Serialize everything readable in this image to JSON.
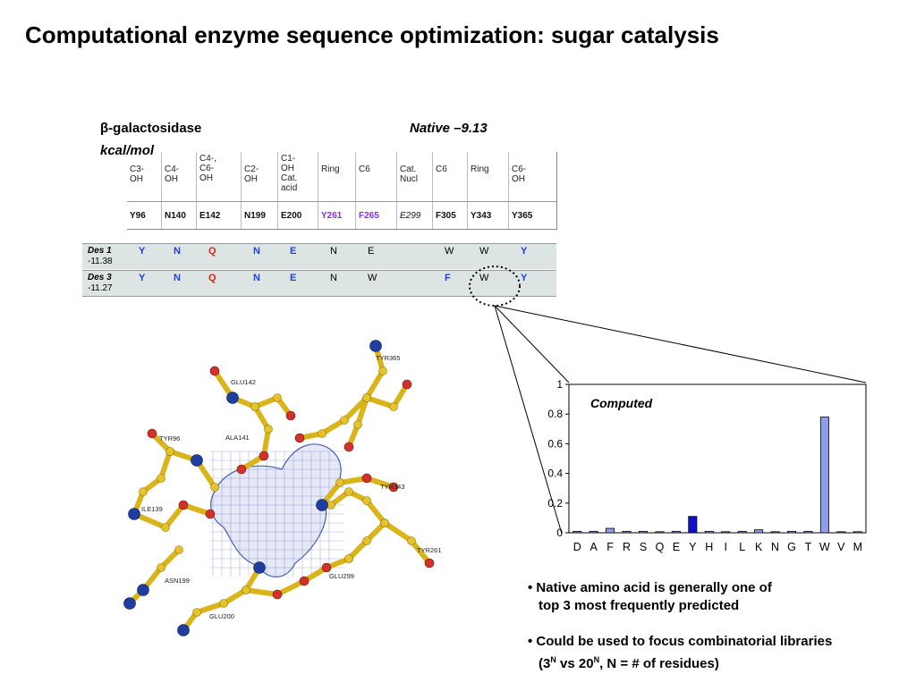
{
  "title": "Computational enzyme sequence optimization: sugar catalysis",
  "enzyme": {
    "greek": "β",
    "name": "-galactosidase",
    "unit": "kcal/mol"
  },
  "native": {
    "label": "Native –9.13"
  },
  "table": {
    "positions": [
      {
        "header": [
          "C3-",
          "OH"
        ],
        "native": "Y96",
        "des1": "Y",
        "des3": "Y"
      },
      {
        "header": [
          "C4-",
          "OH"
        ],
        "native": "N140",
        "des1": "N",
        "des3": "N"
      },
      {
        "header": [
          "C4-,",
          "C6-",
          "OH"
        ],
        "native": "E142",
        "des1": "Q",
        "des3": "Q"
      },
      {
        "header": [
          "C2-",
          "OH"
        ],
        "native": "N199",
        "des1": "N",
        "des3": "N"
      },
      {
        "header": [
          "C1-",
          "OH",
          "Cat.",
          "acid"
        ],
        "native": "E200",
        "des1": "E",
        "des3": "E"
      },
      {
        "header": [
          "Ring"
        ],
        "native": "Y261",
        "des1": "N",
        "des3": "N"
      },
      {
        "header": [
          "C6"
        ],
        "native": "F265",
        "des1": "E",
        "des3": "W"
      },
      {
        "header": [
          "Cat.",
          "Nucl"
        ],
        "native": "E299",
        "des1": "",
        "des3": ""
      },
      {
        "header": [
          "C6"
        ],
        "native": "F305",
        "des1": "W",
        "des3": "F"
      },
      {
        "header": [
          "Ring"
        ],
        "native": "Y343",
        "des1": "W",
        "des3": "W"
      },
      {
        "header": [
          "C6-",
          "OH"
        ],
        "native": "Y365",
        "des1": "Y",
        "des3": "Y"
      }
    ],
    "rows": [
      {
        "name": "Des 1",
        "energy": "-11.38"
      },
      {
        "name": "Des 3",
        "energy": "-11.27"
      }
    ],
    "colors": {
      "blue": "#1f3fd6",
      "red": "#e02020",
      "purple": "#8a2be2",
      "row_bg": "#dde4e4"
    }
  },
  "structure": {
    "residue_labels": [
      "TYR365",
      "GLU142",
      "TYR96",
      "ALA141",
      "TYR343",
      "ILE139",
      "TYR261",
      "ASN199",
      "GLU299",
      "GLU200"
    ]
  },
  "chart_data": {
    "type": "bar",
    "categories": [
      "D",
      "A",
      "F",
      "R",
      "S",
      "Q",
      "E",
      "Y",
      "H",
      "I",
      "L",
      "K",
      "N",
      "G",
      "T",
      "W",
      "V",
      "M"
    ],
    "values": [
      0.01,
      0.01,
      0.03,
      0.01,
      0.01,
      0.0,
      0.01,
      0.11,
      0.01,
      0.0,
      0.01,
      0.02,
      0.0,
      0.01,
      0.01,
      0.78,
      0.0,
      0.0
    ],
    "highlight_index": 7,
    "annotation": "Computed",
    "ylim": [
      0,
      1
    ],
    "yticks": [
      "0",
      "0.2",
      "0.4",
      "0.6",
      "0.8",
      "1"
    ],
    "colors": {
      "bar": "#8f9ce8",
      "highlight": "#1010c8"
    }
  },
  "bullets": {
    "b1_line1": "• Native amino acid is generally one of",
    "b1_line2": "top 3 most frequently predicted",
    "b2_line1": "• Could be used to focus combinatorial libraries",
    "b2_open": "(3",
    "b2_sup1": "N",
    "b2_mid": " vs 20",
    "b2_sup2": "N",
    "b2_end": ", N = # of residues)"
  }
}
